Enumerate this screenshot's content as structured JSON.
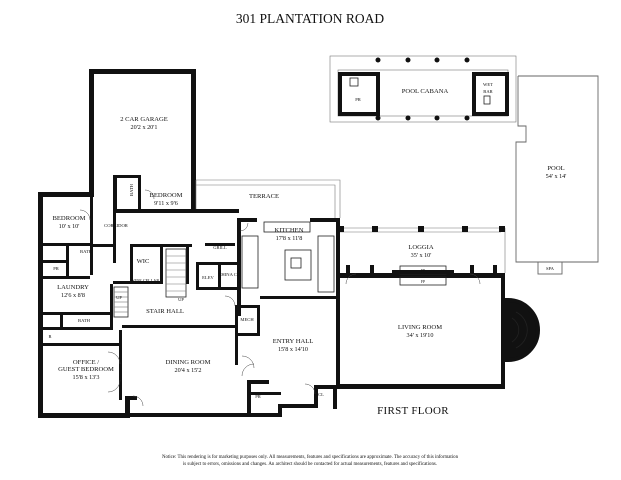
{
  "title": "301 PLANTATION ROAD",
  "floor_label": "FIRST FLOOR",
  "rooms": {
    "garage": {
      "name": "2 CAR GARAGE",
      "dim": "20'2 x 20'1"
    },
    "bedroom_upper": {
      "name": "BEDROOM",
      "dim": "9'11 x 9'6"
    },
    "bath_upper": {
      "name": "BATH"
    },
    "terrace": {
      "name": "TERRACE"
    },
    "bedroom_left": {
      "name": "BEDROOM",
      "dim": "10' x 10'"
    },
    "corridor": {
      "name": "CORRIDOR"
    },
    "bath_left": {
      "name": "BATH"
    },
    "pr_left": {
      "name": "PR"
    },
    "wic": {
      "name": "WIC"
    },
    "wine_cellar": {
      "name": "WINE CELLAR"
    },
    "grill": {
      "name": "GRILL"
    },
    "elev": {
      "name": "ELEV"
    },
    "china_cl": {
      "name": "CHINA CL"
    },
    "kitchen": {
      "name": "KITCHEN",
      "dim": "17'8 x 11'8"
    },
    "laundry": {
      "name": "LAUNDRY",
      "dim": "12'6 x 8'8"
    },
    "up_left": {
      "name": "UP"
    },
    "up_mid": {
      "name": "UP"
    },
    "bath_lower": {
      "name": "BATH"
    },
    "r_left": {
      "name": "R"
    },
    "stair_hall": {
      "name": "STAIR HALL"
    },
    "mech": {
      "name": "MECH"
    },
    "office": {
      "name": "OFFICE /",
      "name2": "GUEST BEDROOM",
      "dim": "15'8 x 13'3"
    },
    "dining": {
      "name": "DINING ROOM",
      "dim": "20'4 x 15'2"
    },
    "entry": {
      "name": "ENTRY HALL",
      "dim": "15'8 x 14'10"
    },
    "pr_lower": {
      "name": "PR"
    },
    "cl_lower": {
      "name": "CL"
    },
    "loggia": {
      "name": "LOGGIA",
      "dim": "35' x 10'"
    },
    "fp_top": {
      "name": "FP"
    },
    "fp_bottom": {
      "name": "FP"
    },
    "living": {
      "name": "LIVING ROOM",
      "dim": "34' x 19'10"
    },
    "pool_cabana": {
      "name": "POOL CABANA"
    },
    "pr_cabana": {
      "name": "PR"
    },
    "wet_bar": {
      "name": "WET",
      "name2": "BAR"
    },
    "pool": {
      "name": "POOL",
      "dim": "54' x 14'"
    },
    "spa": {
      "name": "SPA"
    }
  },
  "notice_line1": "Notice: This rendering is for marketing purposes only. All measurements, features and specifications are approximate. The accuracy of this information",
  "notice_line2": "is subject to errors, omissions and changes. An architect should be contacted for actual measurements, features and specifications."
}
